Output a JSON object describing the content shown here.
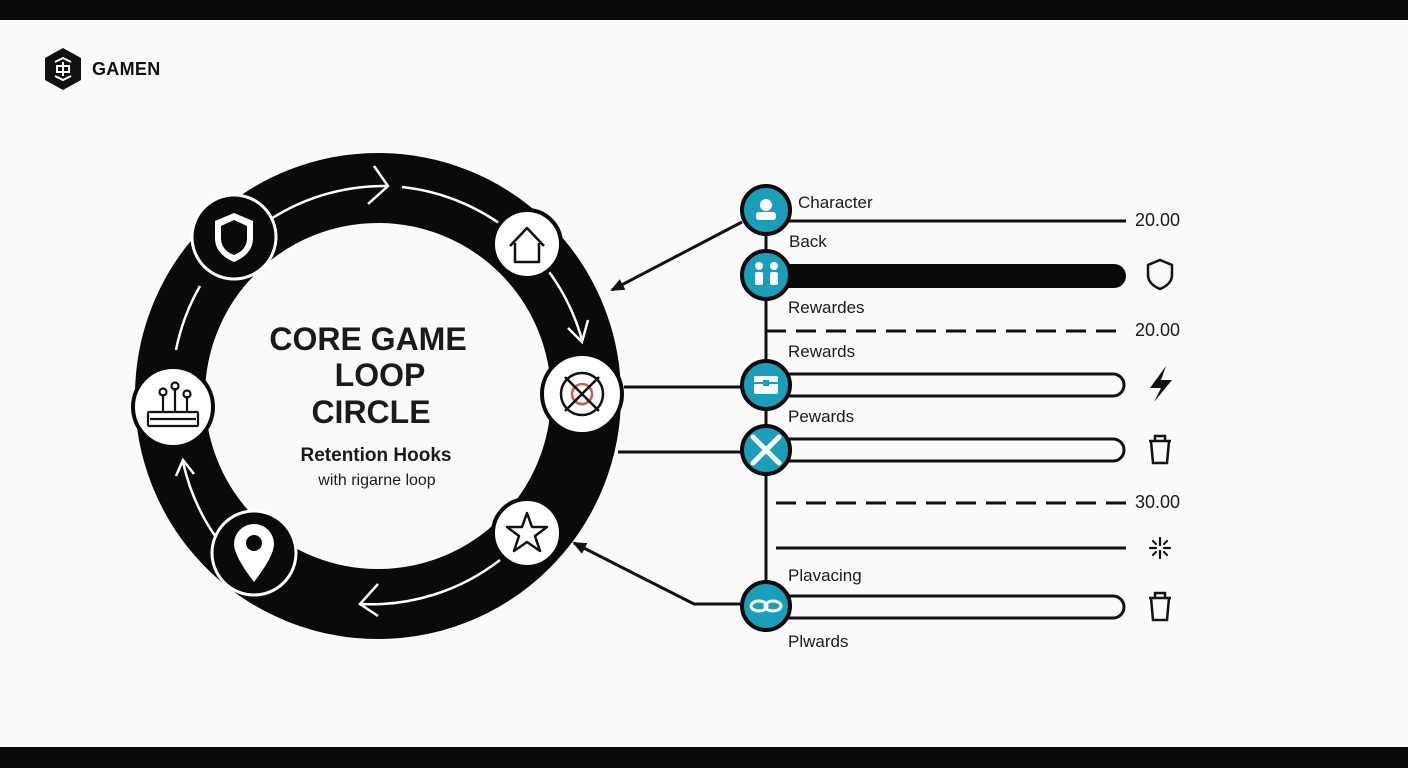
{
  "brand": {
    "name": "GAMEN",
    "logo_icon": "hex-logo-icon"
  },
  "loop": {
    "title_lines": [
      "CORE GAME",
      "LOOP",
      "CIRCLE"
    ],
    "subtitle": "Retention Hooks",
    "caption": "with rigarne loop",
    "nodes": [
      {
        "name": "loop-node-shield",
        "icon": "shield-icon"
      },
      {
        "name": "loop-node-home",
        "icon": "home-icon"
      },
      {
        "name": "loop-node-target",
        "icon": "target-icon"
      },
      {
        "name": "loop-node-star",
        "icon": "star-icon"
      },
      {
        "name": "loop-node-map-pin",
        "icon": "map-pin-icon"
      },
      {
        "name": "loop-node-base",
        "icon": "base-icon"
      }
    ]
  },
  "track": {
    "labels": [
      "Character",
      "Back",
      "Rewardes",
      "Rewards",
      "Pewards",
      "Plavacing",
      "Plwards"
    ],
    "values": [
      "20.00",
      "20.00",
      "30.00"
    ],
    "accent": "#1a9fba",
    "rows": [
      {
        "name": "row-character",
        "icon": "character-icon",
        "end_icon": ""
      },
      {
        "name": "row-back",
        "icon": "people-icon",
        "end_icon": "shield-outline-icon"
      },
      {
        "name": "row-chest",
        "icon": "chest-icon",
        "end_icon": "lightning-icon"
      },
      {
        "name": "row-crossed",
        "icon": "crossed-swords-icon",
        "end_icon": "trash-icon"
      },
      {
        "name": "row-sparkle",
        "icon": "",
        "end_icon": "sparkle-icon"
      },
      {
        "name": "row-link",
        "icon": "link-icon",
        "end_icon": "trash-icon"
      }
    ]
  }
}
